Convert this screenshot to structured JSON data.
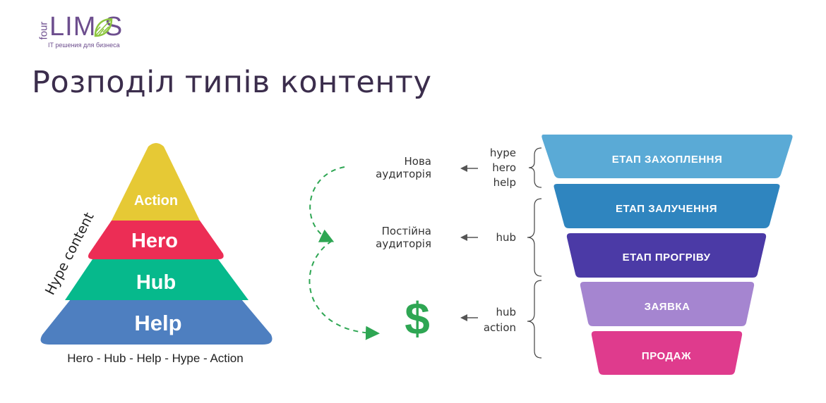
{
  "logo": {
    "four": "four",
    "main": "LIM S",
    "sub": "IT решения для бизнеса"
  },
  "title": "Розподіл типів контенту",
  "pyramid": {
    "side_label": "Hype content",
    "levels": [
      {
        "label": "Action",
        "color": "#e6c935"
      },
      {
        "label": "Hero",
        "color": "#ec2d55"
      },
      {
        "label": "Hub",
        "color": "#06b98c"
      },
      {
        "label": "Help",
        "color": "#4e7fc0"
      }
    ],
    "caption": "Hero - Hub - Help - Hype - Action"
  },
  "audiences": [
    {
      "line1": "Нова",
      "line2": "аудиторія"
    },
    {
      "line1": "Постійна",
      "line2": "аудиторія"
    }
  ],
  "dollar": "$",
  "dollar_color": "#2ea653",
  "content_groups": [
    {
      "lines": [
        "hype",
        "hero",
        "help"
      ]
    },
    {
      "lines": [
        "hub"
      ]
    },
    {
      "lines": [
        "hub",
        "action"
      ]
    }
  ],
  "funnel": [
    {
      "label": "ЕТАП ЗАХОПЛЕННЯ",
      "color": "#5aaad6"
    },
    {
      "label": "ЕТАП ЗАЛУЧЕННЯ",
      "color": "#2f85bf"
    },
    {
      "label": "ЕТАП ПРОГРІВУ",
      "color": "#4b3aa6"
    },
    {
      "label": "ЗАЯВКА",
      "color": "#a585d0"
    },
    {
      "label": "ПРОДАЖ",
      "color": "#df3b8d"
    }
  ]
}
